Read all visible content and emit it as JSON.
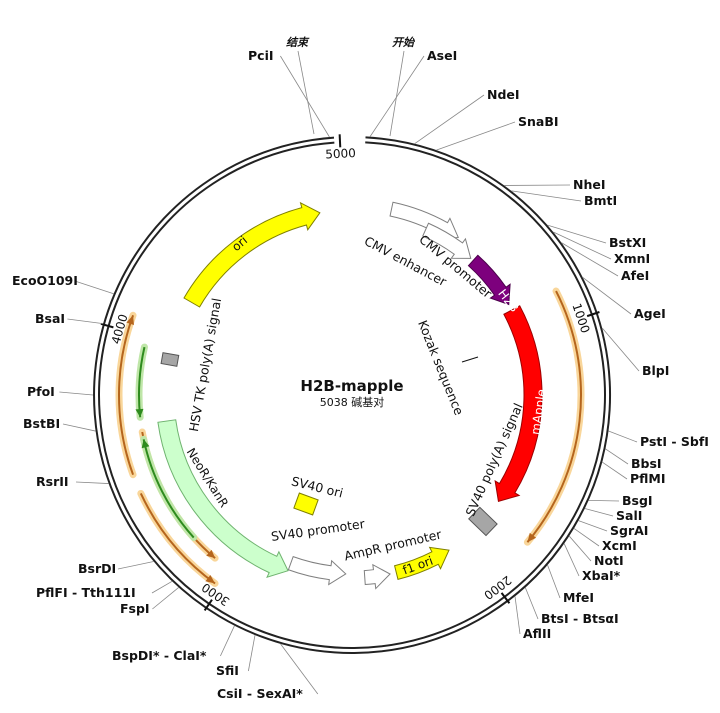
{
  "plasmid": {
    "name": "H2B-mapple",
    "length_label": "5038 碱基对",
    "length_bp": 5038
  },
  "marker_labels": {
    "end": "结束",
    "start": "开始"
  },
  "ticks": [
    {
      "bp": 1000,
      "label": "1000"
    },
    {
      "bp": 2000,
      "label": "2000"
    },
    {
      "bp": 3000,
      "label": "3000"
    },
    {
      "bp": 4000,
      "label": "4000"
    },
    {
      "bp": 5000,
      "label": "5000"
    }
  ],
  "features": [
    {
      "key": "cmv-enhancer",
      "label": "CMV enhancer",
      "color": "#ffffff",
      "stroke": "#7f7f7f"
    },
    {
      "key": "cmv-promoter",
      "label": "CMV promoter",
      "color": "#ffffff",
      "stroke": "#7f7f7f"
    },
    {
      "key": "h2b",
      "label": "H2B",
      "color": "#7d007d",
      "stroke": "#4a004a"
    },
    {
      "key": "mapple",
      "label": "mApple",
      "color": "#ff0000",
      "stroke": "#9c0000"
    },
    {
      "key": "kozak",
      "label": "Kozak sequence",
      "color": "#111111",
      "stroke": "#111111"
    },
    {
      "key": "sv40-polya",
      "label": "SV40 poly(A) signal",
      "color": "#a6a6a6",
      "stroke": "#555555"
    },
    {
      "key": "f1-ori",
      "label": "f1 ori",
      "color": "#ffff00",
      "stroke": "#7f7f00"
    },
    {
      "key": "ampr-promoter",
      "label": "AmpR promoter",
      "color": "#ffffff",
      "stroke": "#7f7f7f"
    },
    {
      "key": "sv40-promoter",
      "label": "SV40 promoter",
      "color": "#ffffff",
      "stroke": "#7f7f7f"
    },
    {
      "key": "sv40-ori",
      "label": "SV40 ori",
      "color": "#ffff00",
      "stroke": "#7f7f00"
    },
    {
      "key": "neor",
      "label": "NeoR/KanR",
      "color": "#ccffcc",
      "stroke": "#6fb36f"
    },
    {
      "key": "hsv-tk-polya",
      "label": "HSV TK poly(A) signal",
      "color": "#a6a6a6",
      "stroke": "#555555"
    },
    {
      "key": "ori",
      "label": "ori",
      "color": "#ffff00",
      "stroke": "#7f7f00"
    }
  ],
  "sites": [
    {
      "label": "PciI",
      "side": "left"
    },
    {
      "label": "AseI",
      "side": "right"
    },
    {
      "label": "NdeI",
      "side": "right"
    },
    {
      "label": "SnaBI",
      "side": "right"
    },
    {
      "label": "NheI",
      "side": "right"
    },
    {
      "label": "BmtI",
      "side": "right"
    },
    {
      "label": "BstXI",
      "side": "right"
    },
    {
      "label": "XmnI",
      "side": "right"
    },
    {
      "label": "AfeI",
      "side": "right"
    },
    {
      "label": "AgeI",
      "side": "right"
    },
    {
      "label": "BlpI",
      "side": "right"
    },
    {
      "label": "PstI - SbfI",
      "side": "right"
    },
    {
      "label": "BbsI",
      "side": "right"
    },
    {
      "label": "PflMI",
      "side": "right"
    },
    {
      "label": "BsgI",
      "side": "right"
    },
    {
      "label": "SalI",
      "side": "right"
    },
    {
      "label": "SgrAI",
      "side": "right"
    },
    {
      "label": "XcmI",
      "side": "right"
    },
    {
      "label": "NotI",
      "side": "right"
    },
    {
      "label": "XbaI*",
      "side": "right"
    },
    {
      "label": "MfeI",
      "side": "right"
    },
    {
      "label": "BtsI - BtsαI",
      "side": "right"
    },
    {
      "label": "AflII",
      "side": "right"
    },
    {
      "label": "CsiI - SexAI*",
      "side": "left"
    },
    {
      "label": "SfiI",
      "side": "left"
    },
    {
      "label": "BspDI* - ClaI*",
      "side": "left"
    },
    {
      "label": "FspI",
      "side": "left"
    },
    {
      "label": "PflFI - Tth111I",
      "side": "left"
    },
    {
      "label": "BsrDI",
      "side": "left"
    },
    {
      "label": "RsrII",
      "side": "left"
    },
    {
      "label": "BstBI",
      "side": "left"
    },
    {
      "label": "PfoI",
      "side": "left"
    },
    {
      "label": "BsaI",
      "side": "left"
    },
    {
      "label": "EcoO109I",
      "side": "left"
    }
  ],
  "colors": {
    "backbone": "#222222",
    "orf_arrow": "#b5651d",
    "orf_glow": "#f9d69a",
    "neor_orf": "#2e8b1e",
    "neor_orf_glow": "#bfe6a8"
  }
}
